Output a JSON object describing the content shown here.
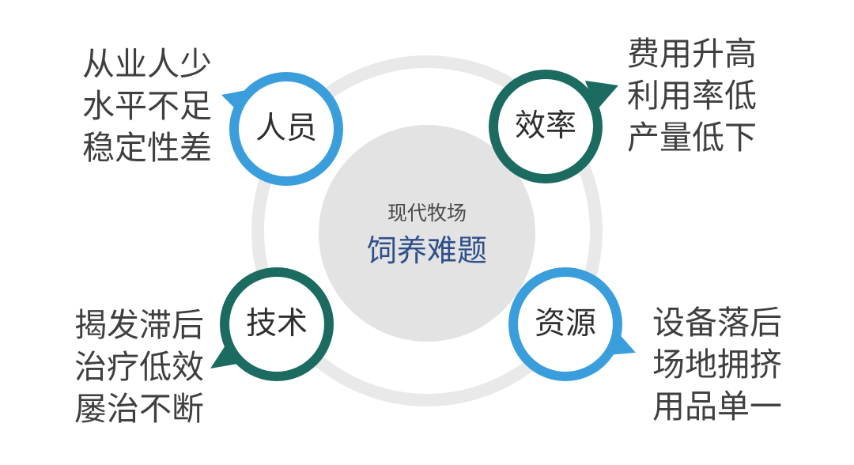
{
  "center": {
    "subtitle": "现代牧场",
    "title": "饲养难题"
  },
  "nodes": [
    {
      "key": "people",
      "label": "人员",
      "color": "#3b9edc",
      "issues": [
        "从业人少",
        "水平不足",
        "稳定性差"
      ]
    },
    {
      "key": "efficiency",
      "label": "效率",
      "color": "#1c6b60",
      "issues": [
        "费用升高",
        "利用率低",
        "产量低下"
      ]
    },
    {
      "key": "technology",
      "label": "技术",
      "color": "#1c6b60",
      "issues": [
        "揭发滞后",
        "治疗低效",
        "屡治不断"
      ]
    },
    {
      "key": "resources",
      "label": "资源",
      "color": "#3b9edc",
      "issues": [
        "设备落后",
        "场地拥挤",
        "用品单一"
      ]
    }
  ],
  "colors": {
    "ring": "#e9e9e9",
    "center_disc": "#e3e3e3",
    "text": "#3f3f3f",
    "center_title": "#2f4f8a"
  }
}
